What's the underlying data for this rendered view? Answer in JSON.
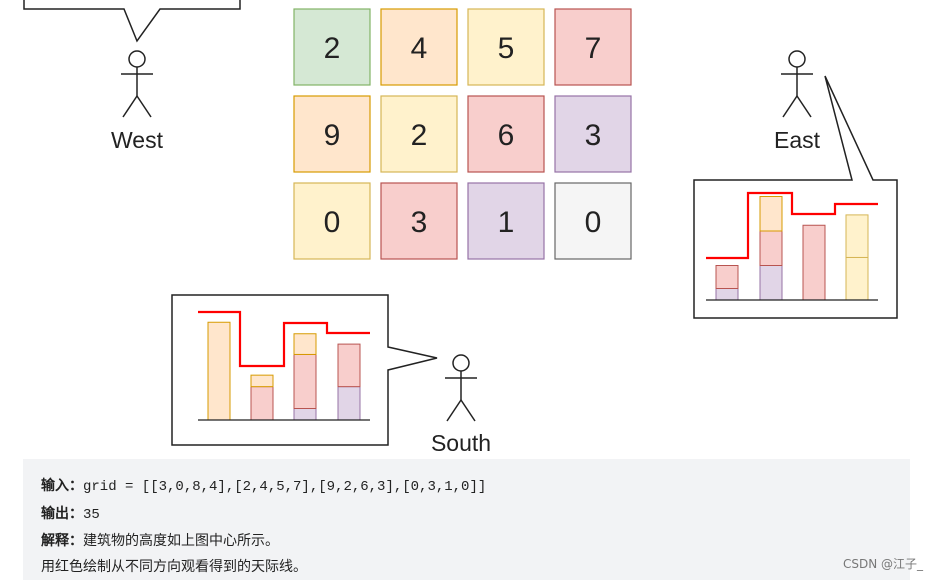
{
  "grid": {
    "values": [
      [
        2,
        4,
        5,
        7
      ],
      [
        9,
        2,
        6,
        3
      ],
      [
        0,
        3,
        1,
        0
      ]
    ],
    "colors": [
      [
        "#d5e8d4",
        "#ffe6cc",
        "#fff2cc",
        "#f8cecc"
      ],
      [
        "#ffe6cc",
        "#fff2cc",
        "#f8cecc",
        "#e1d5e7"
      ],
      [
        "#fff2cc",
        "#f8cecc",
        "#e1d5e7",
        "#f5f5f5"
      ]
    ],
    "borders": [
      [
        "#82b366",
        "#d79b00",
        "#d6b656",
        "#b85450"
      ],
      [
        "#d79b00",
        "#d6b656",
        "#b85450",
        "#9673a6"
      ],
      [
        "#d6b656",
        "#b85450",
        "#9673a6",
        "#666666"
      ]
    ]
  },
  "figures": {
    "west": "West",
    "east": "East",
    "south": "South"
  },
  "skyline_color": "#ff0000",
  "example": {
    "input_label": "输入：",
    "input_value": "grid = [[3,0,8,4],[2,4,5,7],[9,2,6,3],[0,3,1,0]]",
    "output_label": "输出：",
    "output_value": "35",
    "explain_label": "解释：",
    "explain_text": "建筑物的高度如上图中心所示。",
    "explain_line2": "用红色绘制从不同方向观看得到的天际线。"
  },
  "watermark": "CSDN @江子_"
}
